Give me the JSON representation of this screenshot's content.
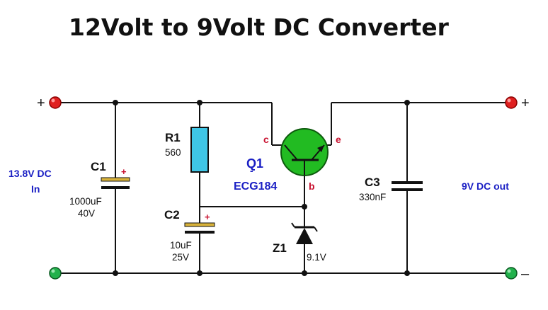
{
  "title": "12Volt to 9Volt DC Converter",
  "input": {
    "label_line1": "13.8V DC",
    "label_line2": "In",
    "plus": "+",
    "minus": ""
  },
  "output": {
    "label": "9V DC out",
    "plus": "+",
    "minus": "–"
  },
  "components": {
    "c1": {
      "name": "C1",
      "value": "1000uF",
      "rating": "40V",
      "polarity": "+"
    },
    "r1": {
      "name": "R1",
      "value": "560"
    },
    "c2": {
      "name": "C2",
      "value": "10uF",
      "rating": "25V",
      "polarity": "+"
    },
    "q1": {
      "name": "Q1",
      "part": "ECG184",
      "pin_c": "c",
      "pin_e": "e",
      "pin_b": "b"
    },
    "z1": {
      "name": "Z1",
      "value": "9.1V"
    },
    "c3": {
      "name": "C3",
      "value": "330nF"
    }
  },
  "colors": {
    "wire": "#111111",
    "positive_terminal": "#e02020",
    "ground_terminal": "#22b14c",
    "resistor_fill": "#3fc6e6",
    "transistor_fill": "#22bb22",
    "capacitor_plate": "#d8b23a",
    "label_blue": "#1a1fc4",
    "pin_red": "#c8102e"
  }
}
